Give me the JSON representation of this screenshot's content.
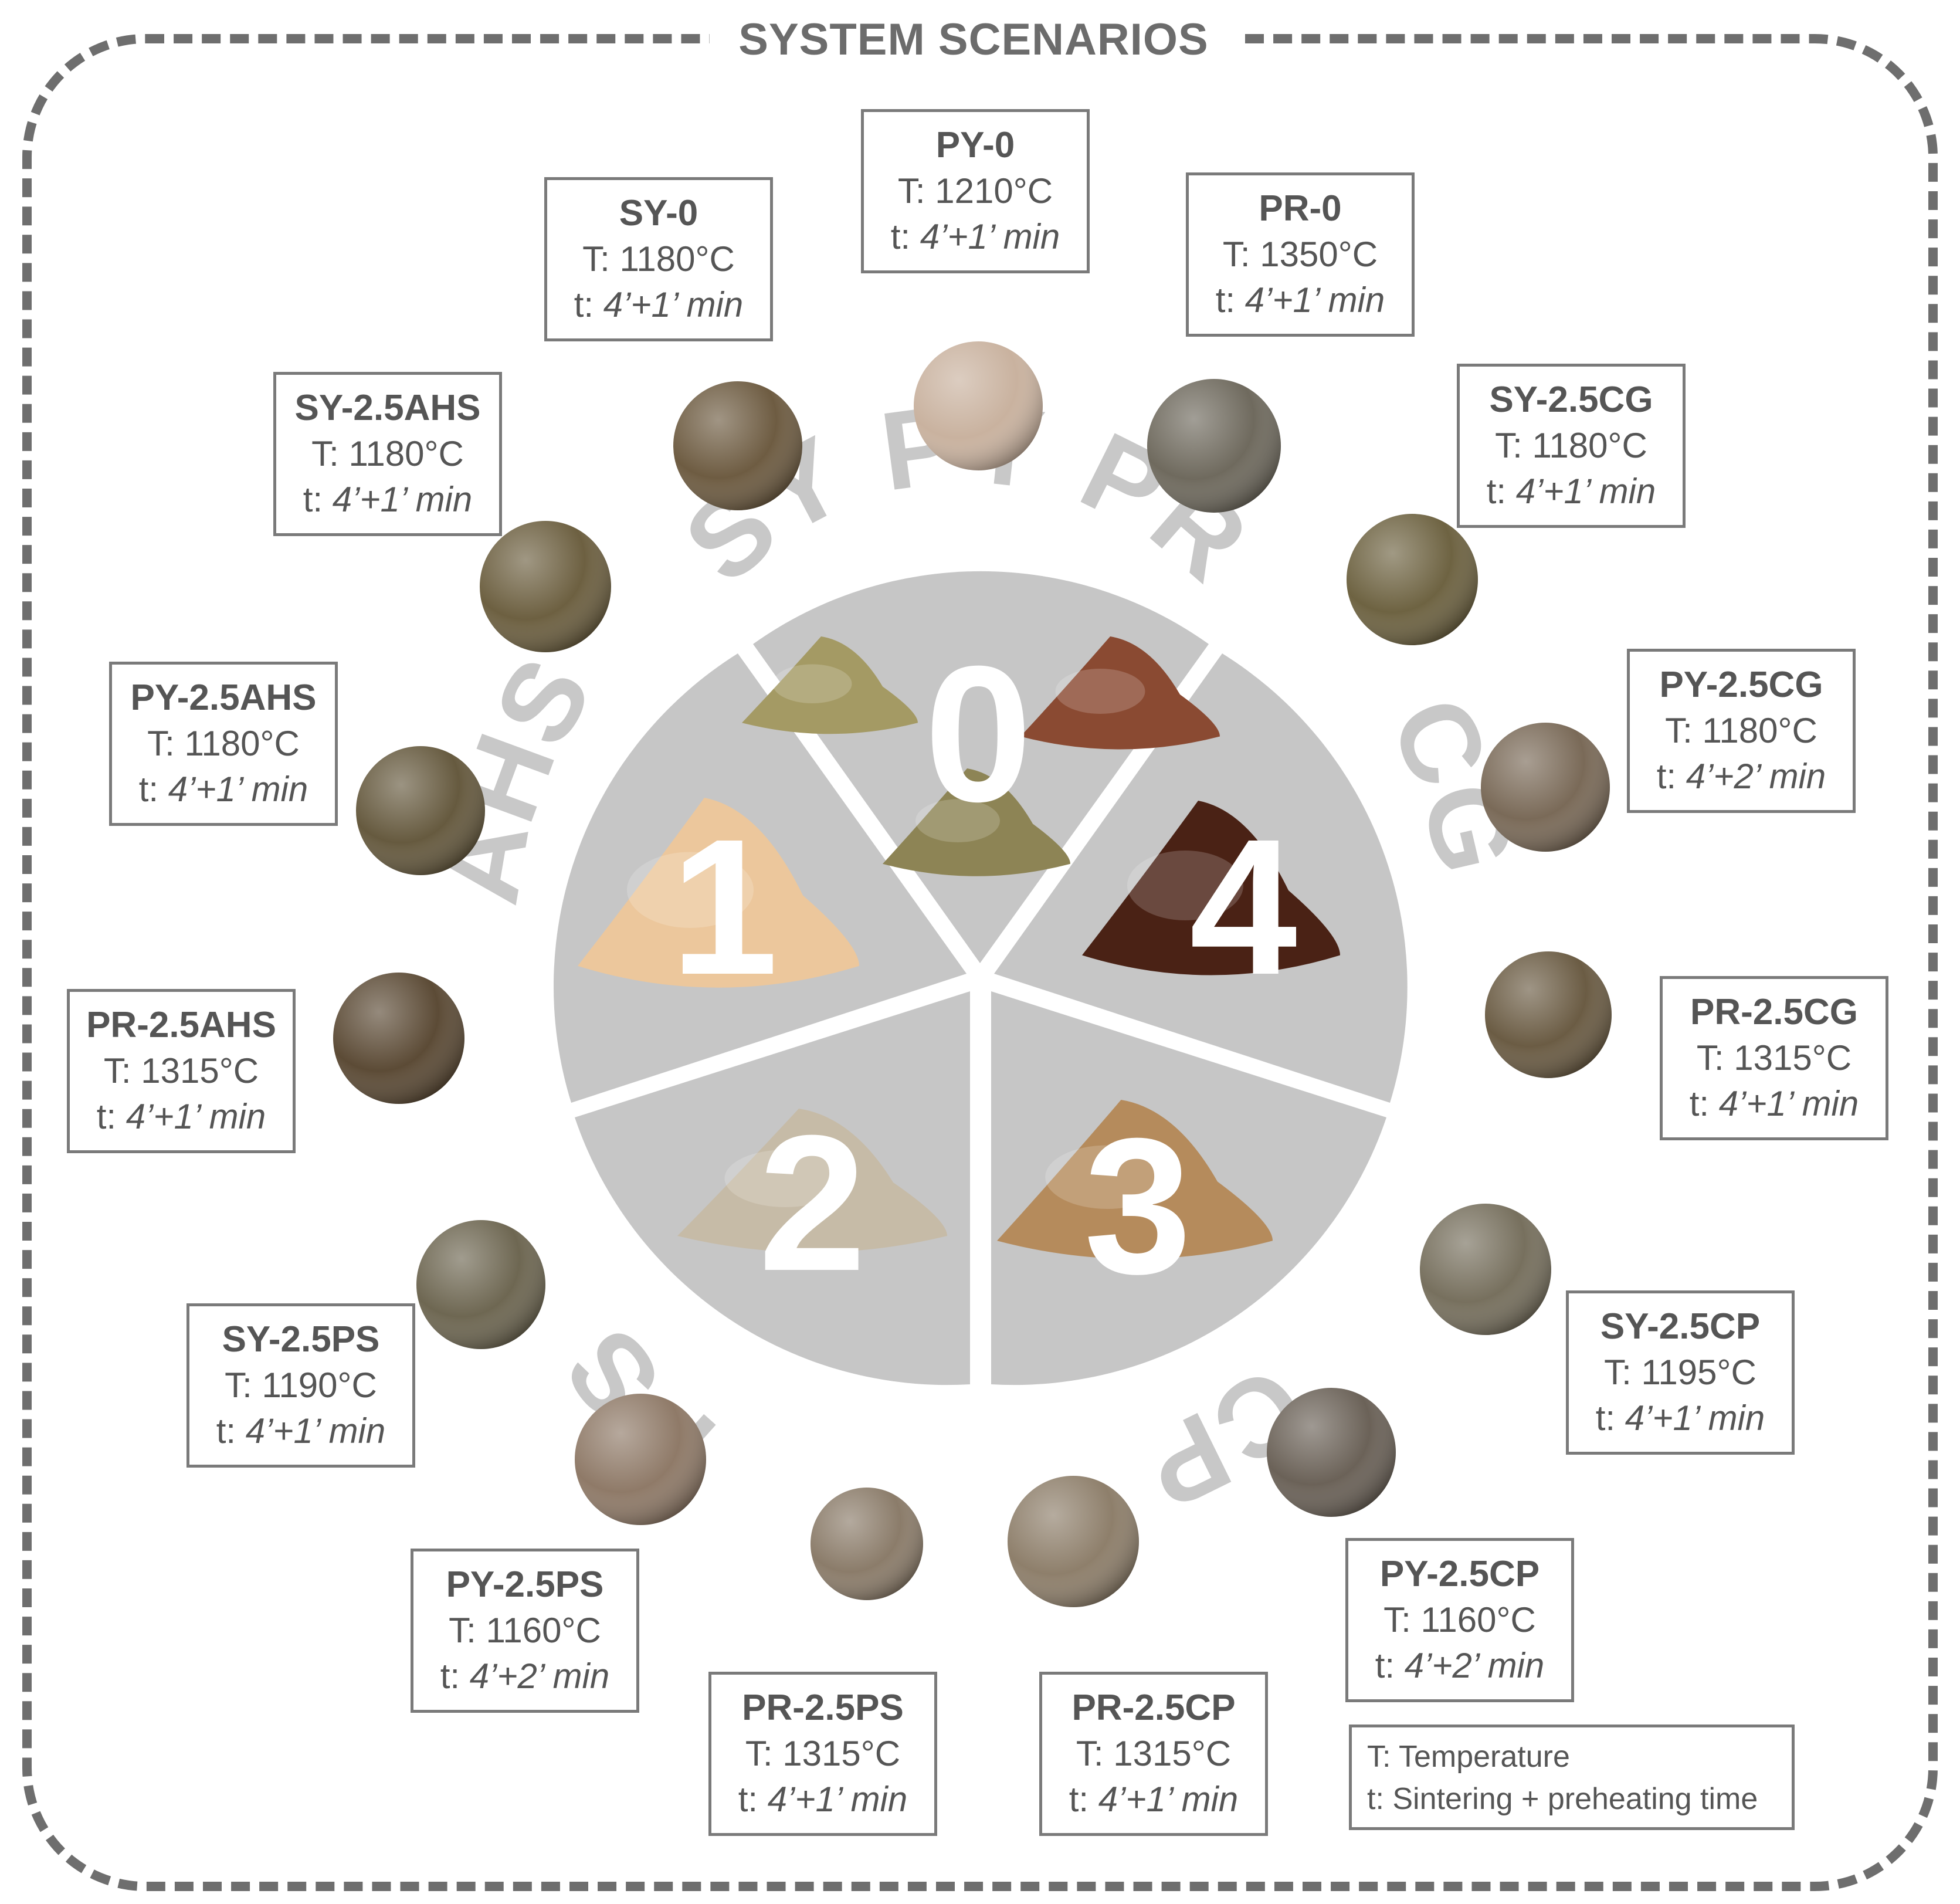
{
  "title": "SYSTEM SCENARIOS",
  "center": {
    "segments": [
      {
        "number": "0",
        "code": "SY PY PR"
      },
      {
        "number": "1",
        "code": "AHS"
      },
      {
        "number": "2",
        "code": "PS"
      },
      {
        "number": "3",
        "code": "CP"
      },
      {
        "number": "4",
        "code": "CG"
      }
    ],
    "colors": {
      "wedge": "#c6c6c6",
      "ring_text": "#c8c8c8",
      "number": "#ffffff"
    }
  },
  "labels": [
    {
      "name": "PY-0",
      "temp": "1210°C",
      "time": "4’+1’ min"
    },
    {
      "name": "SY-0",
      "temp": "1180°C",
      "time": "4’+1’ min"
    },
    {
      "name": "PR-0",
      "temp": "1350°C",
      "time": "4’+1’ min"
    },
    {
      "name": "SY-2.5AHS",
      "temp": "1180°C",
      "time": "4’+1’ min"
    },
    {
      "name": "SY-2.5CG",
      "temp": "1180°C",
      "time": "4’+1’ min"
    },
    {
      "name": "PY-2.5AHS",
      "temp": "1180°C",
      "time": "4’+1’ min"
    },
    {
      "name": "PY-2.5CG",
      "temp": "1180°C",
      "time": "4’+2’ min"
    },
    {
      "name": "PR-2.5AHS",
      "temp": "1315°C",
      "time": "4’+1’ min"
    },
    {
      "name": "PR-2.5CG",
      "temp": "1315°C",
      "time": "4’+1’ min"
    },
    {
      "name": "SY-2.5PS",
      "temp": "1190°C",
      "time": "4’+1’ min"
    },
    {
      "name": "SY-2.5CP",
      "temp": "1195°C",
      "time": "4’+1’ min"
    },
    {
      "name": "PY-2.5PS",
      "temp": "1160°C",
      "time": "4’+2’ min"
    },
    {
      "name": "PY-2.5CP",
      "temp": "1160°C",
      "time": "4’+2’ min"
    },
    {
      "name": "PR-2.5PS",
      "temp": "1315°C",
      "time": "4’+1’ min"
    },
    {
      "name": "PR-2.5CP",
      "temp": "1315°C",
      "time": "4’+1’ min"
    }
  ],
  "prefix": {
    "temp": "T:",
    "time": "t:"
  },
  "legend": {
    "line1": "T: Temperature",
    "line2": "t: Sintering + preheating time"
  },
  "pellet_colors": [
    "#c9b29f",
    "#6e5c42",
    "#6f6a5e",
    "#6d6041",
    "#6e6342",
    "#665a3f",
    "#7a6a58",
    "#5c4b36",
    "#6b5c44",
    "#6e6752",
    "#77705e",
    "#8f7a68",
    "#6b6258",
    "#8b7c6a",
    "#8e7f6b"
  ],
  "powder_colors": {
    "sy": "#a49a64",
    "pr": "#8a4a32",
    "py": "#8d8455",
    "ahs": "#ecc79c",
    "ps": "#c6bba7",
    "cp": "#b58b5c",
    "cg": "#4a2215"
  }
}
